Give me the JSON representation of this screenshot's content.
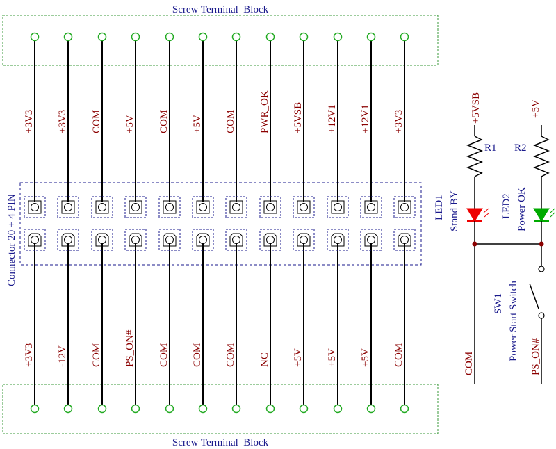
{
  "blocks": {
    "top_title": "Screw Terminal  Block",
    "bottom_title": "Screw Terminal  Block",
    "connector_label": "Connector 20 + 4 PIN"
  },
  "pins_top": [
    "+3V3",
    "+3V3",
    "COM",
    "+5V",
    "COM",
    "+5V",
    "COM",
    "PWR_OK",
    "+5VSB",
    "+12V1",
    "+12V1",
    "+3V3"
  ],
  "pins_bottom": [
    "+3V3",
    "-12V",
    "COM",
    "PS_ON#",
    "COM",
    "COM",
    "COM",
    "NC",
    "+5V",
    "+5V",
    "+5V",
    "COM"
  ],
  "circuit": {
    "led1_supply": "+5VSB",
    "led2_supply": "+5V",
    "r1": "R1",
    "r2": "R2",
    "led1_name": "LED1",
    "led1_desc": "Stand BY",
    "led2_name": "LED2",
    "led2_desc": "Power OK",
    "sw_name": "SW1",
    "sw_desc": "Power Start Switch",
    "com_label": "COM",
    "ps_on_label": "PS_ON#"
  },
  "colors": {
    "wire": "#000000",
    "terminal": "#22aa22",
    "outline": "#1a1a8c",
    "label": "#8b0000",
    "block_border": "#3a9a3a",
    "led1": "#ee0000",
    "led2": "#00aa00"
  }
}
